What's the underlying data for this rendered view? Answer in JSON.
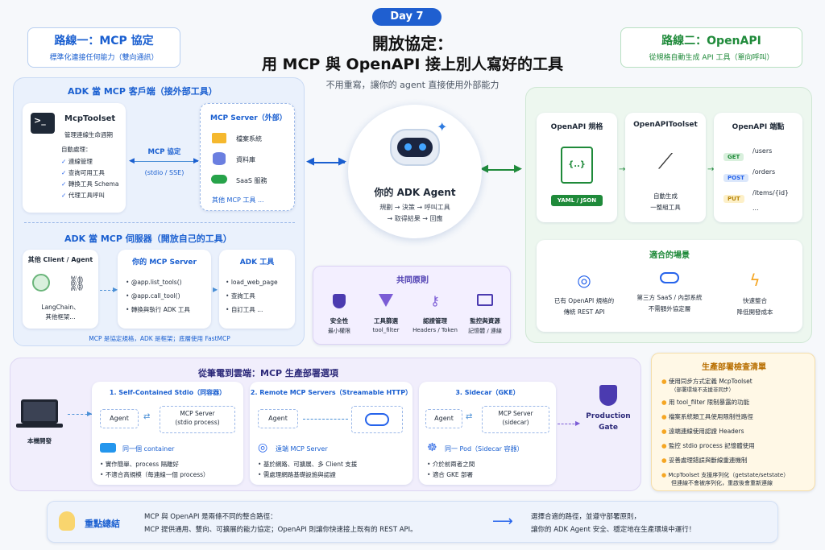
{
  "header": {
    "day": "Day 7",
    "title1": "開放協定：",
    "title2": "用 MCP 與 OpenAPI 接上別人寫好的工具",
    "subtitle": "不用重寫，讓你的 agent 直接使用外部能力"
  },
  "route1": {
    "title": "路線一：MCP 協定",
    "sub": "標準化連接任何能力（雙向通訊）"
  },
  "route2": {
    "title": "路線二：OpenAPI",
    "sub": "從規格自動生成 API 工具（單向呼叫）"
  },
  "client": {
    "title": "ADK 當 MCP 客戶端（接外部工具）",
    "toolset": {
      "name": "McpToolset",
      "desc": "管理連線生命週期",
      "auto": "自動處理：",
      "items": [
        "連線管理",
        "查詢可用工具",
        "轉換工具 Schema",
        "代理工具呼叫"
      ]
    },
    "protocol": {
      "label": "MCP 協定",
      "sub": "(stdio / SSE)"
    },
    "server": {
      "title": "MCP Server（外部）",
      "items": [
        "檔案系統",
        "資料庫",
        "SaaS 服務"
      ],
      "more": "其他 MCP 工具 ..."
    }
  },
  "serverSec": {
    "title": "ADK 當 MCP 伺服器（開放自己的工具）",
    "other": {
      "title": "其他 Client / Agent",
      "caption1": "LangChain、",
      "caption2": "其他框架..."
    },
    "yours": {
      "title": "你的 MCP Server",
      "items": [
        "@app.list_tools()",
        "@app.call_tool()",
        "轉換與執行 ADK 工具"
      ]
    },
    "adk": {
      "title": "ADK 工具",
      "items": [
        "load_web_page",
        "查詢工具",
        "自訂工具 ..."
      ]
    },
    "note": "MCP 是協定規格，ADK 是框架；底層使用 FastMCP"
  },
  "agent": {
    "name": "你的 ADK Agent",
    "line1": "規劃 → 決策 → 呼叫工具",
    "line2": "→ 取得結果 → 回應"
  },
  "principles": {
    "title": "共同原則",
    "items": [
      {
        "icon": "shield-icon",
        "title": "安全性",
        "sub": "最小權限"
      },
      {
        "icon": "filter-icon",
        "title": "工具篩選",
        "sub": "tool_filter"
      },
      {
        "icon": "key-icon",
        "title": "認證管理",
        "sub": "Headers / Token"
      },
      {
        "icon": "monitor-icon",
        "title": "監控與資源",
        "sub": "記憶體 / 連線"
      }
    ]
  },
  "openapi": {
    "spec": {
      "title": "OpenAPI 規格",
      "badge": "YAML / JSON",
      "glyph": "{..}"
    },
    "toolset": {
      "title": "OpenAPIToolset",
      "desc1": "自動生成",
      "desc2": "一整組工具"
    },
    "endpoints": {
      "title": "OpenAPI 端點",
      "rows": [
        {
          "m": "GET",
          "p": "/users"
        },
        {
          "m": "POST",
          "p": "/orders"
        },
        {
          "m": "PUT",
          "p": "/items/{id}"
        }
      ],
      "more": "..."
    },
    "scenes": {
      "title": "適合的場景",
      "items": [
        {
          "icon": "globe-icon",
          "l1": "已有 OpenAPI 規格的",
          "l2": "傳統 REST API"
        },
        {
          "icon": "cloud-icon",
          "l1": "第三方 SaaS / 內部系統",
          "l2": "不需額外協定層"
        },
        {
          "icon": "bolt-icon",
          "l1": "快速整合",
          "l2": "降低開發成本"
        }
      ]
    }
  },
  "deploy": {
    "title": "從筆電到雲端：MCP 生產部署選項",
    "local": "本機開發",
    "gate1": "Production",
    "gate2": "Gate",
    "opts": [
      {
        "title": "1. Self-Contained Stdio（同容器）",
        "agent": "Agent",
        "srv1": "MCP Server",
        "srv2": "(stdio process)",
        "foot": "同一個 container",
        "items": [
          "實作簡單、process 隔離好",
          "不適合高規模（每連線一個 process）"
        ]
      },
      {
        "title": "2. Remote MCP Servers（Streamable HTTP）",
        "agent": "Agent",
        "srv1": "",
        "srv2": "",
        "foot": "遠端 MCP Server",
        "items": [
          "基於網路、可擴展、多 Client 支援",
          "需處理網路基礎設施與認證"
        ]
      },
      {
        "title": "3. Sidecar（GKE）",
        "agent": "Agent",
        "srv1": "MCP Server",
        "srv2": "(sidecar)",
        "foot": "同一 Pod（Sidecar 容器）",
        "items": [
          "介於前兩者之間",
          "適合 GKE 部署"
        ]
      }
    ]
  },
  "checklist": {
    "title": "生產部署檢查清單",
    "items": [
      {
        "l1": "使用同步方式定義 McpToolset",
        "l2": "（部署環境不支援非同步）"
      },
      {
        "l1": "用 tool_filter 限制暴露的功能",
        "l2": ""
      },
      {
        "l1": "檔案系統類工具使用限制性路徑",
        "l2": ""
      },
      {
        "l1": "遠端連線使用認證 Headers",
        "l2": ""
      },
      {
        "l1": "監控 stdio process 記憶體使用",
        "l2": ""
      },
      {
        "l1": "妥善處理錯誤與斷線重連機制",
        "l2": ""
      },
      {
        "l1": "McpToolset 支援序列化（getstate/setstate）",
        "l2": "但連線不會被序列化，重啟後會重新連線"
      }
    ]
  },
  "summary": {
    "label": "重點總結",
    "l1": "MCP 與 OpenAPI 是兩條不同的整合路徑：",
    "l2": "MCP 提供通用、雙向、可擴展的能力協定；OpenAPI 則讓你快速接上既有的 REST API。",
    "r1": "選擇合適的路徑，並遵守部署原則，",
    "r2": "讓你的 ADK Agent 安全、穩定地在生產環境中運行！"
  }
}
